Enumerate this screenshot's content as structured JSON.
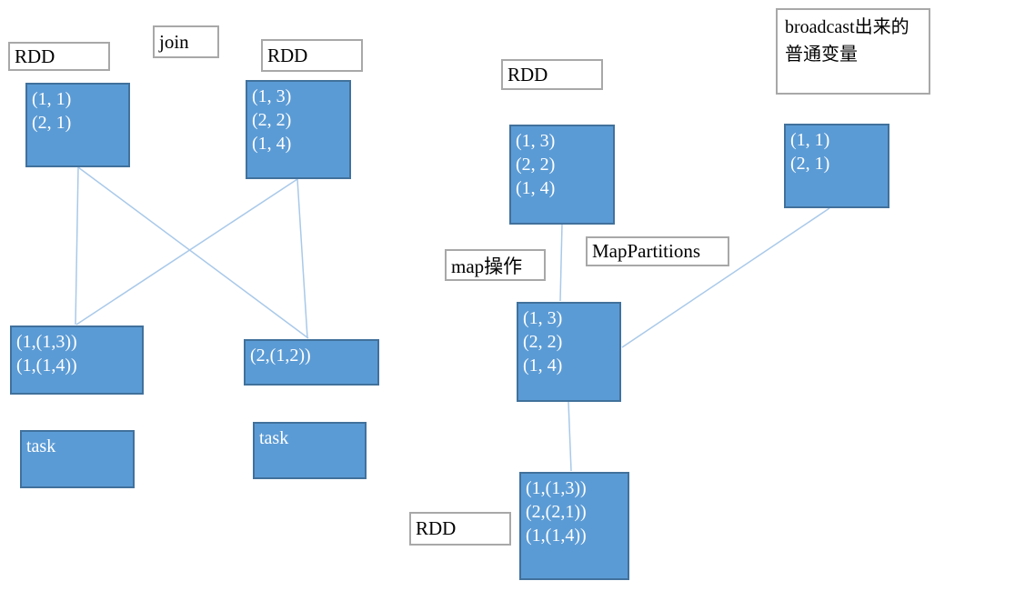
{
  "colors": {
    "node_fill": "#5b9bd5",
    "node_border": "#41719c",
    "label_border": "#a8a8a8",
    "connector": "#a9c9e9",
    "node_text": "#ffffff",
    "label_text": "#000000",
    "canvas_bg": "#ffffff"
  },
  "nodes": [
    {
      "id": "left-rdd-a",
      "lines": [
        "(1, 1)",
        "(2, 1)"
      ]
    },
    {
      "id": "left-rdd-b",
      "lines": [
        "(1, 3)",
        "(2, 2)",
        "(1, 4)"
      ]
    },
    {
      "id": "left-joined-a",
      "lines": [
        "(1,(1,3))",
        "(1,(1,4))"
      ]
    },
    {
      "id": "left-joined-b",
      "lines": [
        "(2,(1,2))"
      ]
    },
    {
      "id": "task-a",
      "lines": [
        "task"
      ]
    },
    {
      "id": "task-b",
      "lines": [
        "task"
      ]
    },
    {
      "id": "right-rdd-top",
      "lines": [
        "(1, 3)",
        "(2, 2)",
        "(1, 4)"
      ]
    },
    {
      "id": "broadcast-var",
      "lines": [
        "(1, 1)",
        "(2, 1)"
      ]
    },
    {
      "id": "right-rdd-mid",
      "lines": [
        "(1, 3)",
        "(2, 2)",
        "(1, 4)"
      ]
    },
    {
      "id": "right-rdd-bottom",
      "lines": [
        "(1,(1,3))",
        "(2,(2,1))",
        "(1,(1,4))"
      ]
    }
  ],
  "labels": [
    {
      "id": "rdd-left-a",
      "text": "RDD"
    },
    {
      "id": "join",
      "text": "join"
    },
    {
      "id": "rdd-left-b",
      "text": "RDD"
    },
    {
      "id": "rdd-right-top",
      "text": "RDD"
    },
    {
      "id": "broadcast-note",
      "lines": [
        "broadcast出来的",
        "普通变量"
      ]
    },
    {
      "id": "map-operation",
      "text": "map操作"
    },
    {
      "id": "mappartitions",
      "text": "MapPartitions"
    },
    {
      "id": "rdd-right-bottom",
      "text": "RDD"
    }
  ],
  "connectors": [
    [
      86,
      184,
      83,
      357
    ],
    [
      86,
      184,
      339,
      372
    ],
    [
      327,
      197,
      84,
      357
    ],
    [
      327,
      197,
      338,
      372
    ],
    [
      618,
      246,
      616,
      331
    ],
    [
      912,
      229,
      684,
      382
    ],
    [
      625,
      442,
      628,
      518
    ]
  ]
}
